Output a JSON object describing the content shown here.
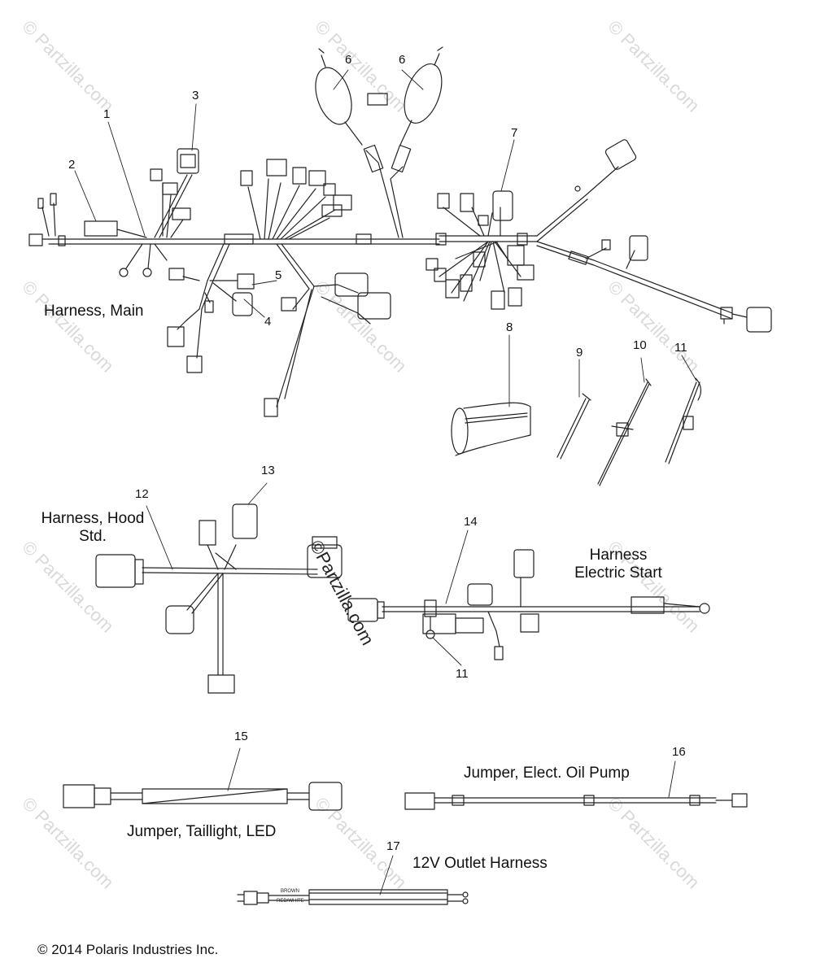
{
  "watermark": "© Partzilla.com",
  "center_watermark": "©Partzilla.com",
  "callouts": {
    "c1": "1",
    "c2": "2",
    "c3": "3",
    "c4": "4",
    "c5": "5",
    "c6a": "6",
    "c6b": "6",
    "c7": "7",
    "c8": "8",
    "c9": "9",
    "c10": "10",
    "c11a": "11",
    "c11b": "11",
    "c12": "12",
    "c13": "13",
    "c14": "14",
    "c15": "15",
    "c16": "16",
    "c17": "17"
  },
  "captions": {
    "harness_main": "Harness, Main",
    "harness_hood_l1": "Harness, Hood",
    "harness_hood_l2": "Std.",
    "harness_start_l1": "Harness",
    "harness_start_l2": "Electric Start",
    "jumper_taillight": "Jumper, Taillight, LED",
    "jumper_oil_pump": "Jumper, Elect. Oil Pump",
    "outlet_harness": "12V Outlet Harness"
  },
  "wire_labels": {
    "brown": "BROWN",
    "red_white": "RED/WHITE"
  },
  "copyright": "© 2014 Polaris Industries Inc."
}
